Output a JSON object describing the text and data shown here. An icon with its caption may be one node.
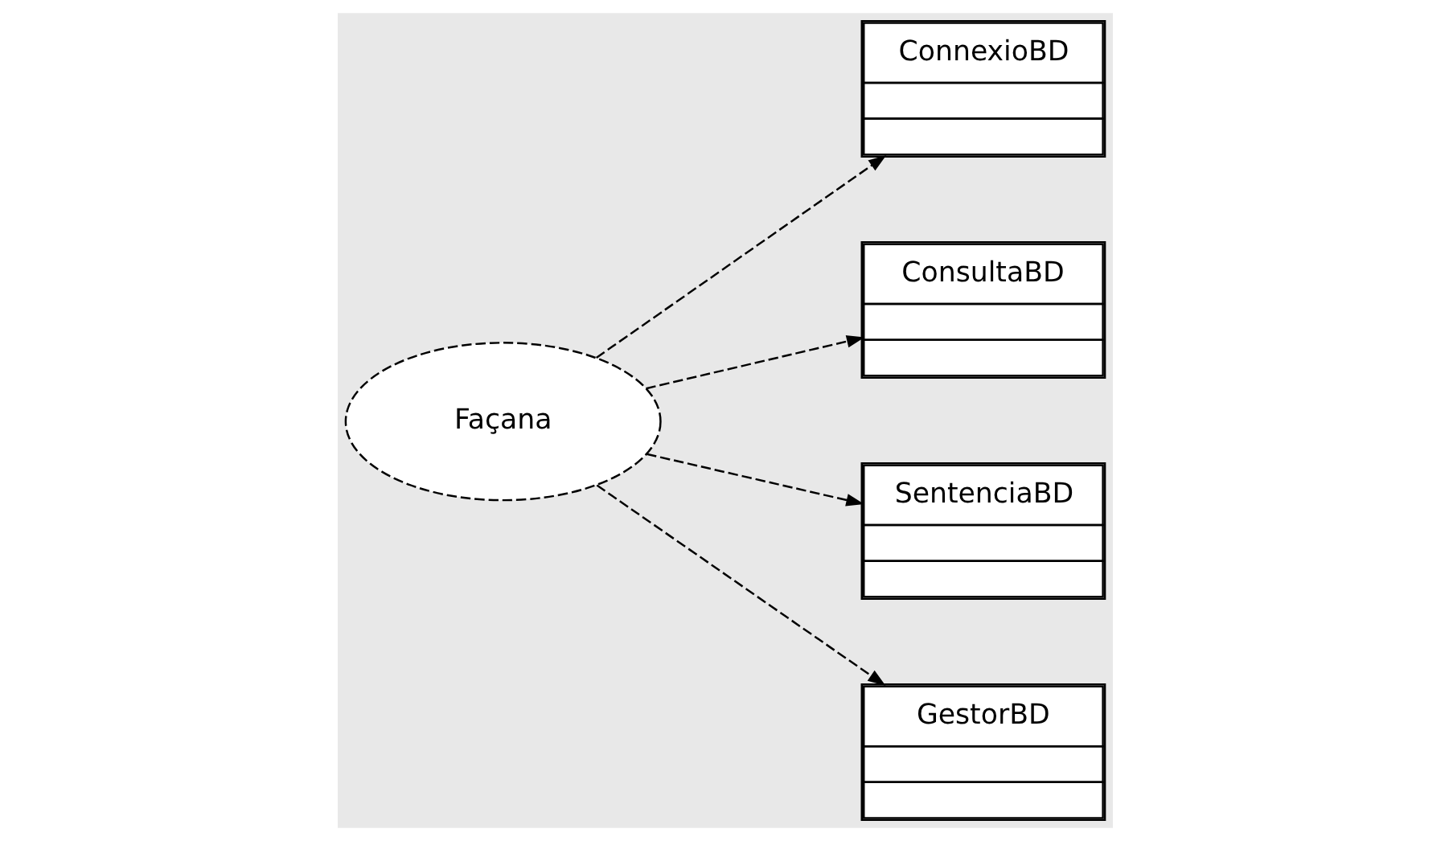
{
  "diagram": {
    "nodes": [
      {
        "text": [
          "ConnexioBD"
        ]
      },
      {
        "text": [
          "ConsultaBD"
        ]
      },
      {
        "text": [
          "SentenciaBD"
        ]
      },
      {
        "text": [
          "Façana"
        ]
      },
      {
        "text": [
          "GestorBD"
        ]
      }
    ],
    "edges": [
      {
        "from": 3,
        "to": 0,
        "arrow": "to",
        "style": "dashed"
      },
      {
        "from": 3,
        "to": 1,
        "arrow": "to",
        "style": "dashed"
      },
      {
        "from": 3,
        "to": 2,
        "arrow": "to",
        "style": "dashed"
      },
      {
        "from": 3,
        "to": 4,
        "arrow": "to",
        "style": "dashed"
      }
    ]
  }
}
